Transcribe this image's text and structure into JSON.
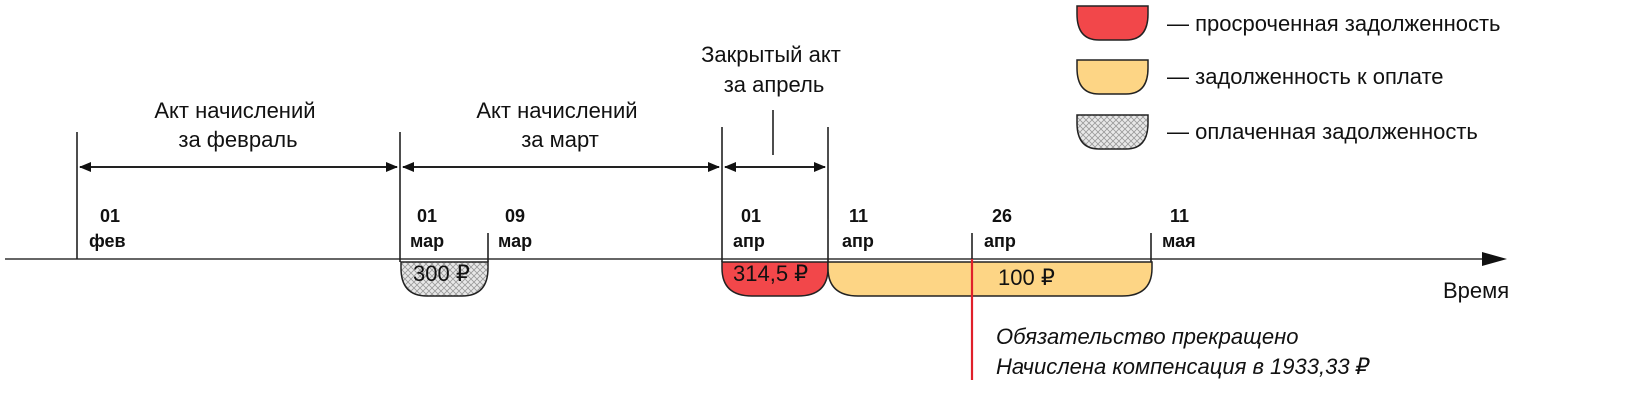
{
  "colors": {
    "overdue": "#f2474a",
    "payable": "#fdd585",
    "paid_fill": "#e8e8e8",
    "redline": "#e0202a",
    "outline": "#222222"
  },
  "periods": {
    "february": [
      "Акт начислений",
      "за февраль"
    ],
    "march": [
      "Акт начислений",
      "за март"
    ],
    "april": [
      "Закрытый акт",
      "за апрель"
    ]
  },
  "dates": {
    "feb01": [
      "01",
      "фев"
    ],
    "mar01": [
      "01",
      "мар"
    ],
    "mar09": [
      "09",
      "мар"
    ],
    "apr01": [
      "01",
      "апр"
    ],
    "apr11": [
      "11",
      "апр"
    ],
    "apr26": [
      "26",
      "апр"
    ],
    "may11": [
      "11",
      "мая"
    ]
  },
  "amounts": {
    "paid": "300 ₽",
    "overdue": "314,5 ₽",
    "payable": "100 ₽"
  },
  "axis_label": "Время",
  "legend": {
    "overdue": "— просроченная задолженность",
    "payable": "— задолженность к оплате",
    "paid": "— оплаченная задолженность"
  },
  "note": [
    "Обязательство прекращено",
    "Начислена компенсация в 1933,33 ₽"
  ]
}
